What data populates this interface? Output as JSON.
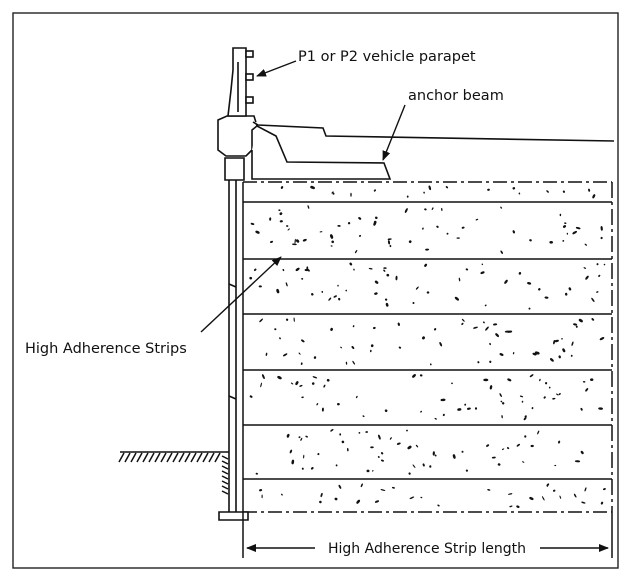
{
  "labels": {
    "parapet": "P1 or P2 vehicle parapet",
    "anchor_beam": "anchor beam",
    "strips": "High Adherence Strips",
    "strip_length": "High Adherence Strip length"
  },
  "colors": {
    "line": "#111111",
    "background": "#ffffff"
  }
}
